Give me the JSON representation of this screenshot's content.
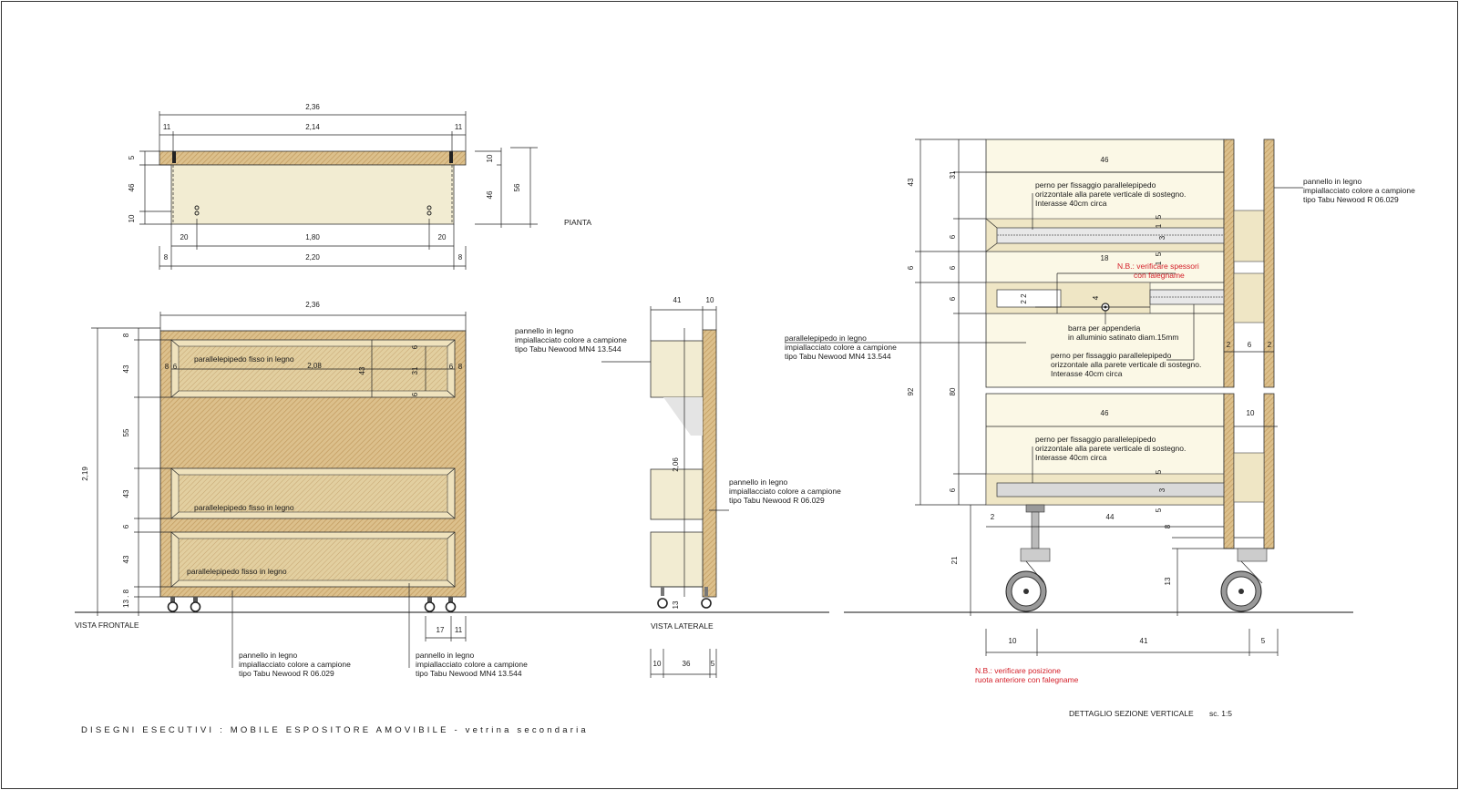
{
  "sheet": {
    "title": "DISEGNI ESECUTIVI :  MOBILE ESPOSITORE AMOVIBILE - vetrina secondaria",
    "section_title": "DETTAGLIO SEZIONE VERTICALE",
    "section_scale": "sc. 1:5"
  },
  "views": {
    "plan": "PIANTA",
    "front": "VISTA   FRONTALE",
    "side": "VISTA   LATERALE"
  },
  "colors": {
    "wood_light": "#f2ecd2",
    "wood_dark": "#d8b981",
    "wood_grain": "#c9a46a",
    "cream": "#fbf8e6",
    "note_red": "#d4202a"
  },
  "dims": {
    "plan": {
      "overall": "2,36",
      "inner": "2,14",
      "end_l": "11",
      "end_r": "11",
      "top_thk": "5",
      "depth": "46",
      "base": "10",
      "r1": "10",
      "r2": "46",
      "r3": "56",
      "pin_l": "20",
      "pin_c": "1,80",
      "pin_r": "20",
      "base_l": "8",
      "base_c": "2,20",
      "base_r": "8"
    },
    "front": {
      "width": "2,36",
      "height": "2,19",
      "v1": "8",
      "v2": "43",
      "v3": "55",
      "v4": "43",
      "v5": "6",
      "v6": "43",
      "v7": "13 . 8",
      "inner_w": "2,08",
      "in_43": "43",
      "in_31": "31",
      "in_6a": "6",
      "in_6b": "6",
      "side_8l": "8",
      "side_6l": "6",
      "side_6r": "6",
      "side_8r": "8",
      "wheel_17": "17",
      "wheel_11": "11"
    },
    "side": {
      "w41": "41",
      "w10": "10",
      "h206": "2,06",
      "h13": "13",
      "b10": "10",
      "b36": "36",
      "b5": "5"
    },
    "section": {
      "h43": "43",
      "h31": "31",
      "h6a": "6",
      "h6b": "6",
      "h6c": "6",
      "h6d": "6",
      "h92": "92",
      "h80": "80",
      "h6e": "6",
      "h21": "21",
      "h13": "13",
      "h8": "8",
      "w46a": "46",
      "w18": "18",
      "w46b": "46",
      "w10r": "10",
      "w44": "44",
      "w2": "2",
      "s2a": "2",
      "s6": "6",
      "s2b": "2",
      "p5a": "5",
      "p1a": "1",
      "p3a": "3",
      "p5b": "5",
      "p1b": "1",
      "p4": "4",
      "p22": "2  2",
      "b10": "10",
      "b41": "41",
      "b5": "5"
    }
  },
  "labels": {
    "parallelepiped_fixed": "parallelepipedo fisso in legno",
    "panel_tabu": [
      "pannello in legno",
      "impiallacciato colore a campione",
      "tipo  Tabu Newood R 06.029"
    ],
    "panel_mn4": [
      "pannello in legno",
      "impiallacciato colore a campione",
      "tipo  Tabu Newood MN4 13.544"
    ],
    "parallelepiped_mn4": [
      "parallelepipedo in legno",
      "impiallacciato colore a campione",
      "tipo  Tabu Newood MN4 13.544"
    ],
    "pin_1": [
      "perno per fissaggio parallelepipedo",
      "orizzontale alla parete verticale di sostegno.",
      "Interasse 40cm circa"
    ],
    "pin_2": [
      "perno per fissaggio parallelepipedo",
      "orizzontale alla parete verticale di sostegno.",
      "Interasse 40cm circa"
    ],
    "pin_3": [
      "perno per fissaggio parallelepipedo",
      "orizzontale alla parete verticale di sostegno.",
      "Interasse 40cm circa"
    ],
    "rod": [
      "barra per appenderia",
      "in alluminio satinato diam.15mm"
    ],
    "note_thickness": [
      "N.B.: verificare spessori",
      "con  falegname"
    ],
    "note_wheel": [
      "N.B.: verificare posizione",
      "ruota anteriore con falegname"
    ]
  }
}
